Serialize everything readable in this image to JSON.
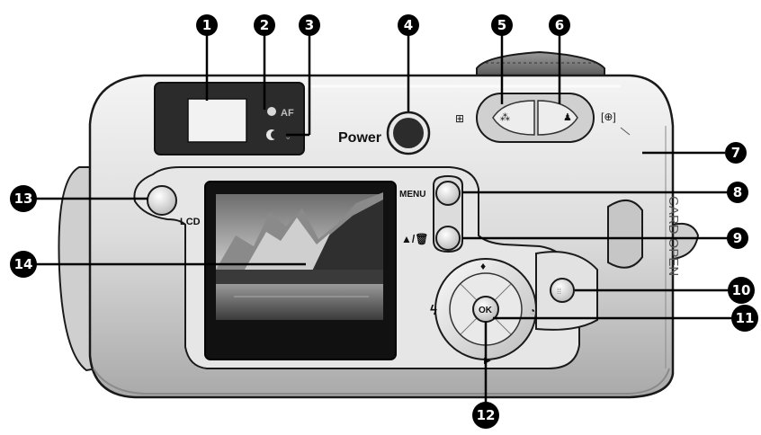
{
  "labels": {
    "af": "AF",
    "power": "Power",
    "menu": "MENU",
    "lcd": "LCD",
    "ok": "OK",
    "card_open": "CARD OPEN"
  },
  "callouts": [
    {
      "id": "1",
      "glyph": "1"
    },
    {
      "id": "2",
      "glyph": "2"
    },
    {
      "id": "3",
      "glyph": "3"
    },
    {
      "id": "4",
      "glyph": "4"
    },
    {
      "id": "5",
      "glyph": "5"
    },
    {
      "id": "6",
      "glyph": "6"
    },
    {
      "id": "7",
      "glyph": "7"
    },
    {
      "id": "8",
      "glyph": "8"
    },
    {
      "id": "9",
      "glyph": "9"
    },
    {
      "id": "10",
      "glyph": "10"
    },
    {
      "id": "11",
      "glyph": "11"
    },
    {
      "id": "12",
      "glyph": "12"
    },
    {
      "id": "13",
      "glyph": "13"
    },
    {
      "id": "14",
      "glyph": "14"
    }
  ],
  "colors": {
    "body": "#dedede",
    "outline": "#1a1a1a",
    "viewfinder": "#2b2b2b",
    "screen_frame": "#111111",
    "callout": "#000000"
  }
}
